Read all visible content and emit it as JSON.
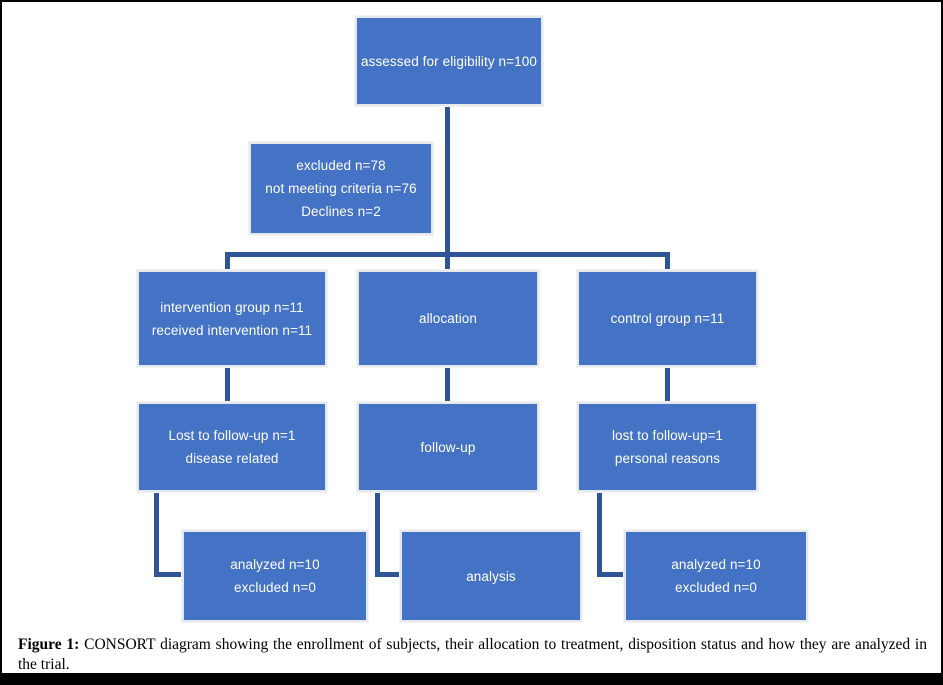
{
  "figure": {
    "caption_label": "Figure 1:",
    "caption_text": " CONSORT diagram showing the enrollment of subjects, their allocation to treatment, disposition status and how they are analyzed in the trial."
  },
  "diagram": {
    "type": "flowchart",
    "colors": {
      "box_fill": "#4472C4",
      "box_border": "#E4E8EF",
      "connector": "#2F5597",
      "box_text": "#FFFFFF",
      "caption_text": "#000000"
    },
    "boxes": {
      "eligibility": {
        "lines": [
          "assessed for eligibility n=100"
        ]
      },
      "excluded": {
        "lines": [
          "excluded n=78",
          "not meeting criteria n=76",
          "Declines n=2"
        ]
      },
      "intervention_group": {
        "lines": [
          "intervention group n=11",
          "received intervention n=11"
        ]
      },
      "allocation": {
        "lines": [
          "allocation"
        ]
      },
      "control_group": {
        "lines": [
          "control group n=11"
        ]
      },
      "lost_followup_intervention": {
        "lines": [
          "Lost to follow-up n=1",
          "disease related"
        ]
      },
      "followup": {
        "lines": [
          "follow-up"
        ]
      },
      "lost_followup_control": {
        "lines": [
          "lost to follow-up=1",
          "personal reasons"
        ]
      },
      "analyzed_intervention": {
        "lines": [
          "analyzed n=10",
          "excluded n=0"
        ]
      },
      "analysis": {
        "lines": [
          "analysis"
        ]
      },
      "analyzed_control": {
        "lines": [
          "analyzed n=10",
          "excluded n=0"
        ]
      }
    }
  }
}
